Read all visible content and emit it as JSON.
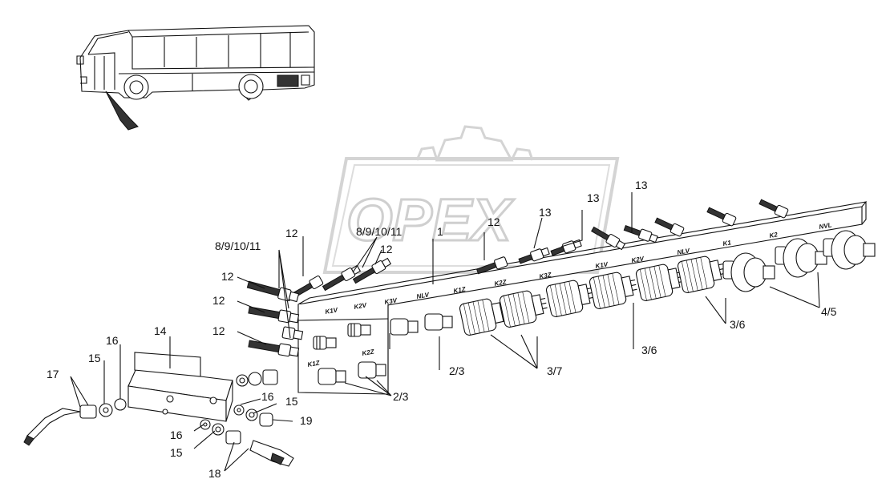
{
  "watermark": {
    "brand": "OPEX"
  },
  "callouts": [
    {
      "id": "c1",
      "text": "1"
    },
    {
      "id": "c2a",
      "text": "2/3"
    },
    {
      "id": "c2b",
      "text": "2/3"
    },
    {
      "id": "c37",
      "text": "3/7"
    },
    {
      "id": "c36a",
      "text": "3/6"
    },
    {
      "id": "c36b",
      "text": "3/6"
    },
    {
      "id": "c45",
      "text": "4/5"
    },
    {
      "id": "c8a",
      "text": "8/9/10/11"
    },
    {
      "id": "c8b",
      "text": "8/9/10/11"
    },
    {
      "id": "c12a",
      "text": "12"
    },
    {
      "id": "c12b",
      "text": "12"
    },
    {
      "id": "c12c",
      "text": "12"
    },
    {
      "id": "c12d",
      "text": "12"
    },
    {
      "id": "c12e",
      "text": "12"
    },
    {
      "id": "c12f",
      "text": "12"
    },
    {
      "id": "c13a",
      "text": "13"
    },
    {
      "id": "c13b",
      "text": "13"
    },
    {
      "id": "c13c",
      "text": "13"
    },
    {
      "id": "c14",
      "text": "14"
    },
    {
      "id": "c15a",
      "text": "15"
    },
    {
      "id": "c15b",
      "text": "15"
    },
    {
      "id": "c15c",
      "text": "15"
    },
    {
      "id": "c16a",
      "text": "16"
    },
    {
      "id": "c16b",
      "text": "16"
    },
    {
      "id": "c16c",
      "text": "16"
    },
    {
      "id": "c17",
      "text": "17"
    },
    {
      "id": "c18",
      "text": "18"
    },
    {
      "id": "c19",
      "text": "19"
    }
  ],
  "rail_tags": [
    {
      "id": "t1",
      "text": "K1V"
    },
    {
      "id": "t2",
      "text": "K2V"
    },
    {
      "id": "t3",
      "text": "K3V"
    },
    {
      "id": "t4",
      "text": "NLV"
    },
    {
      "id": "t5",
      "text": "K1Z"
    },
    {
      "id": "t6",
      "text": "K2Z"
    },
    {
      "id": "t7",
      "text": "K3Z"
    },
    {
      "id": "t8",
      "text": "K1V"
    },
    {
      "id": "t9",
      "text": "K2V"
    },
    {
      "id": "t10",
      "text": "NLV"
    },
    {
      "id": "t11",
      "text": "K1"
    },
    {
      "id": "t12",
      "text": "K2"
    },
    {
      "id": "t13",
      "text": "NVL"
    },
    {
      "id": "t14",
      "text": "K2Z"
    },
    {
      "id": "t15",
      "text": "K1Z"
    }
  ]
}
